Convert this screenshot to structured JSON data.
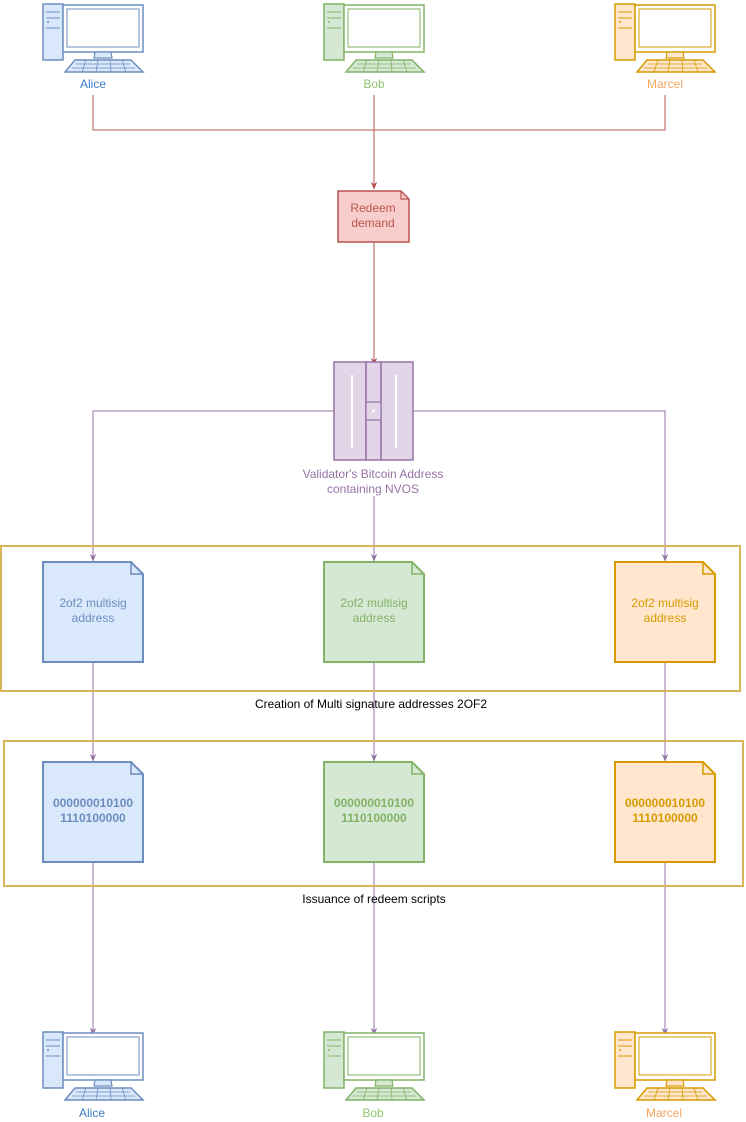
{
  "participants": [
    {
      "id": "alice",
      "name": "Alice",
      "color": "#6c8ebf",
      "fill": "#dae8fc",
      "label_color": "#3a7bc8"
    },
    {
      "id": "bob",
      "name": "Bob",
      "color": "#82b366",
      "fill": "#d5e8d4",
      "label_color": "#8fc56e"
    },
    {
      "id": "marcel",
      "name": "Marcel",
      "color": "#d79b00",
      "fill": "#ffe6cc",
      "label_color": "#f4a460"
    }
  ],
  "redeem": {
    "line1": "Redeem",
    "line2": "demand",
    "stroke": "#b85450",
    "fill": "#f8cecc",
    "text_color": "#b85450"
  },
  "validator": {
    "line1": "Validator's Bitcoin Address",
    "line2": "containing NVOS",
    "stroke": "#9673a6",
    "fill": "#e1d5e7"
  },
  "multisig_doc": {
    "line1": "2of2 multisig",
    "line2": "address"
  },
  "script_doc": {
    "line1": "000000010100",
    "line2": "1110100000"
  },
  "groups": {
    "multisig_caption": "Creation of Multi signature addresses 2OF2",
    "scripts_caption": "Issuance of redeem scripts",
    "border_color": "#d6b656"
  },
  "connector_color": "#9673a6"
}
